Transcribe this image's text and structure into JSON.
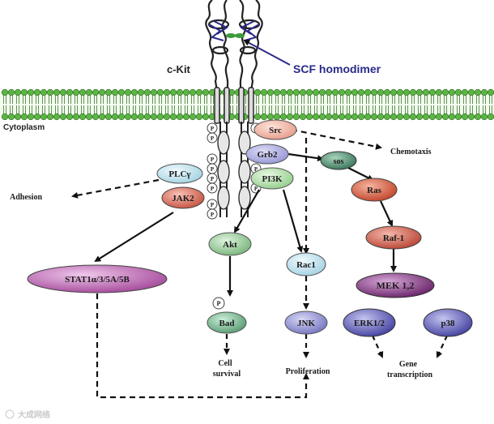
{
  "diagram": {
    "receptor_label": "c-Kit",
    "ligand_label": "SCF homodimer",
    "compartment_label": "Cytoplasm",
    "nodes": {
      "src": "Src",
      "grb2": "Grb2",
      "sos": "sos",
      "pi3k": "PI3K",
      "plcg": "PLCγ",
      "jak2": "JAK2",
      "ras": "Ras",
      "raf1": "Raf-1",
      "mek": "MEK 1,2",
      "erk": "ERK1/2",
      "p38": "p38",
      "akt": "Akt",
      "rac1": "Rac1",
      "jnk": "JNK",
      "bad": "Bad",
      "stat": "STAT1α/3/5A/5B",
      "phospho": "P"
    },
    "outcomes": {
      "chemotaxis": "Chemotaxis",
      "adhesion": "Adhesion",
      "cell_survival_line1": "Cell",
      "cell_survival_line2": "survival",
      "proliferation": "Proliferation",
      "gene_line1": "Gene",
      "gene_line2": "transcription"
    },
    "watermark": "大成网络",
    "colors": {
      "src": "#e8a090",
      "grb2": "#9a9ad8",
      "sos": "#4e8a6e",
      "pi3k": "#a8dca0",
      "plcg": "#b8e0ec",
      "jak2": "#d86a5a",
      "ras": "#d4563e",
      "raf1": "#cc5a4a",
      "mek": "#8a3a8a",
      "erk": "#5a58b4",
      "p38": "#5a58b4",
      "akt": "#8cc890",
      "rac1": "#b8e0ec",
      "jnk": "#8a8ad0",
      "bad": "#6eb088",
      "stat": "#c070b8",
      "membrane_head": "#5cb444",
      "ligand": "#2a2a8a"
    }
  }
}
